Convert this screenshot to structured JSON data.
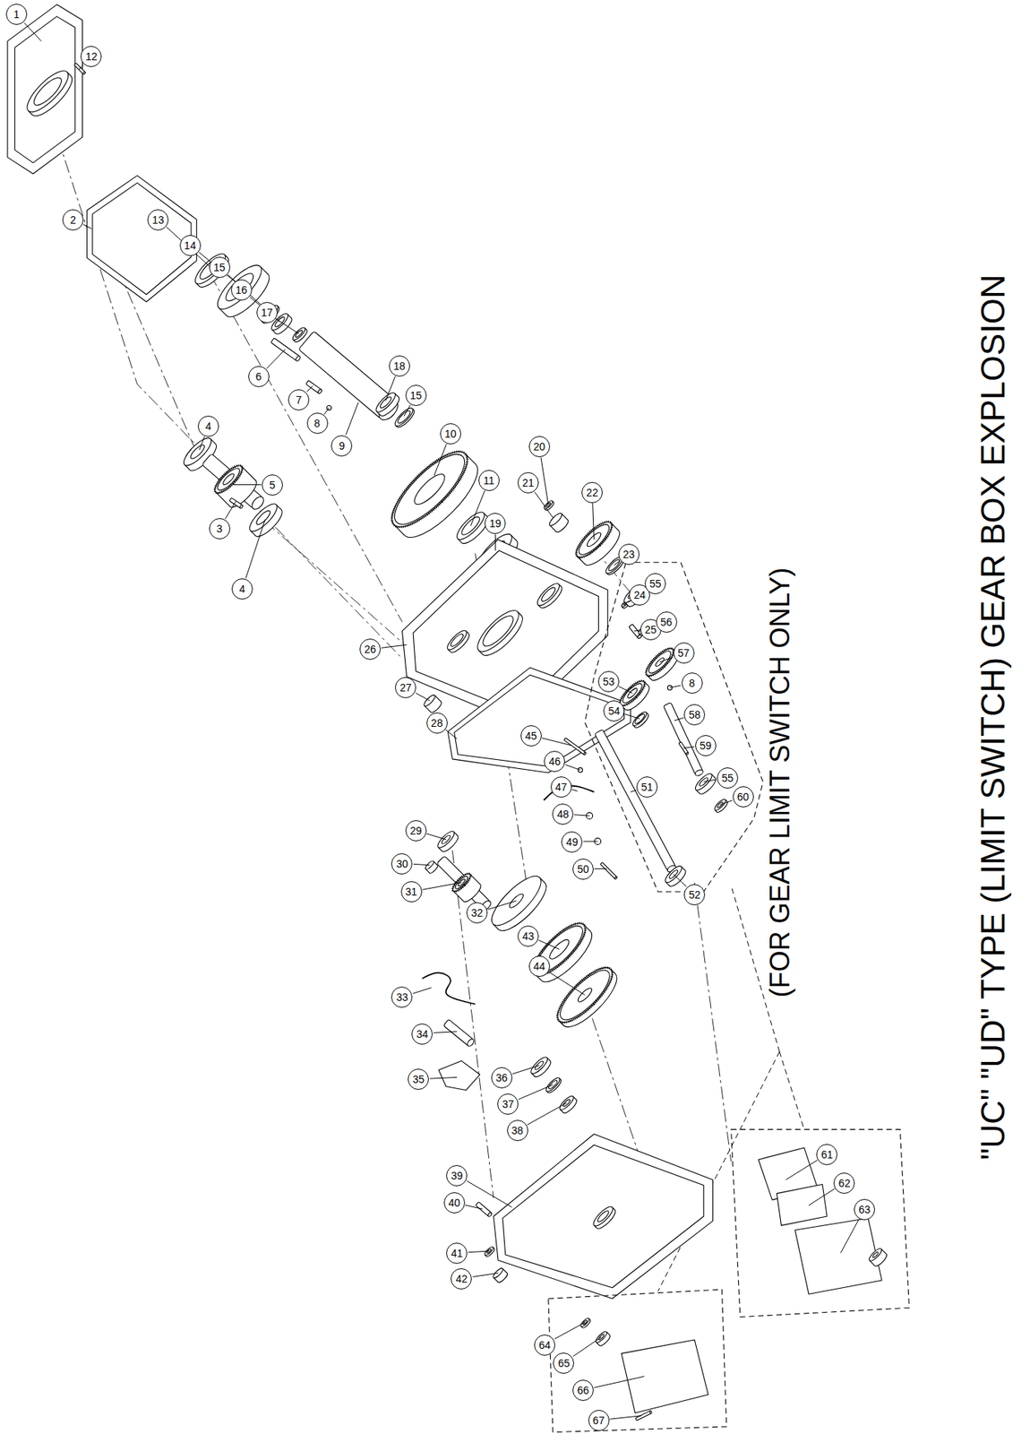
{
  "diagram": {
    "title": "\"UC\" \"UD\" TYPE (LIMIT SWITCH) GEAR BOX EXPLOSION",
    "labels": [
      "1",
      "12",
      "2",
      "13",
      "14",
      "15",
      "16",
      "17",
      "6",
      "7",
      "8",
      "9",
      "18",
      "15",
      "4",
      "5",
      "3",
      "4",
      "10",
      "11",
      "19",
      "20",
      "21",
      "22",
      "23",
      "24",
      "25",
      "26",
      "27",
      "28",
      "55",
      "56",
      "57",
      "53",
      "54",
      "8",
      "58",
      "59",
      "55",
      "60",
      "45",
      "46",
      "47",
      "48",
      "49",
      "50",
      "51",
      "52",
      "29",
      "30",
      "31",
      "32",
      "43",
      "44",
      "33",
      "34",
      "35",
      "36",
      "37",
      "38",
      "39",
      "40",
      "41",
      "42",
      "61",
      "62",
      "63",
      "64",
      "65",
      "66",
      "67",
      "(FOR GEAR LIMIT SWITCH ONLY)"
    ]
  }
}
